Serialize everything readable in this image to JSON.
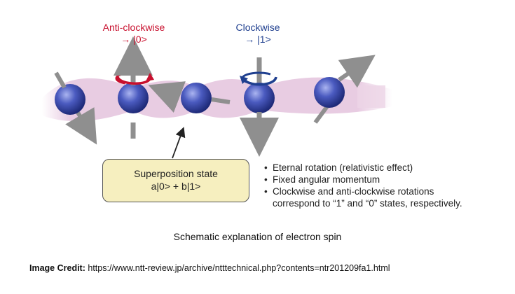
{
  "labels": {
    "anticlockwise_title": "Anti-clockwise",
    "anticlockwise_state": "→ |0>",
    "clockwise_title": "Clockwise",
    "clockwise_state": "→ |1>"
  },
  "superposition": {
    "title": "Superposition state",
    "formula": "a|0> + b|1>"
  },
  "bullets": [
    "Eternal rotation (relativistic effect)",
    "Fixed angular momentum",
    "Clockwise and anti-clockwise rotations",
    "correspond to “1” and “0” states, respectively."
  ],
  "caption": "Schematic explanation of electron spin",
  "credit": {
    "label": "Image Credit:",
    "url": "https://www.ntt-review.jp/archive/ntttechnical.php?contents=ntr201209fa1.html"
  },
  "colors": {
    "anticlockwise": "#c8102e",
    "clockwise": "#1f3f8f",
    "electron": "#3f4fb0",
    "band": "#e6c6df",
    "spin_arrow": "#8f8f8f",
    "box_fill": "#f6efbf"
  },
  "icons": [
    "electron-sphere-icon",
    "spin-arrow-icon",
    "rotation-arrow-icon"
  ]
}
